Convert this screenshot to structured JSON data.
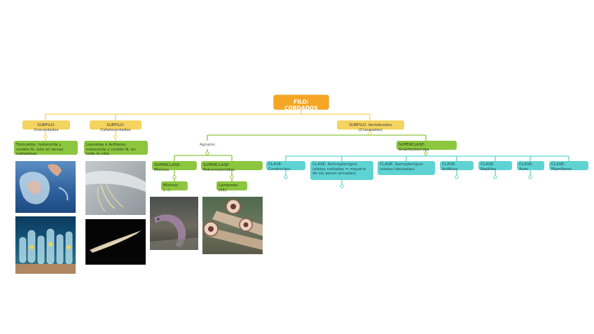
{
  "root": {
    "label": "FILO: CORDADOS"
  },
  "subphyla": [
    {
      "label": "SUBFILO: Urocordados"
    },
    {
      "label": "SUBFILO: Cefalocordados"
    },
    {
      "label": "SUBFILO: Vertebrados (Craneados)"
    }
  ],
  "descriptions": [
    {
      "text": "Tunicados: notocorda y cordón N. solo en larvas nadadoras"
    },
    {
      "text": "Lancetas o Anfioxos: notocorda y cordón N. en toda la vida"
    }
  ],
  "agnatos": {
    "label": "Agnatos"
  },
  "gnathostomata": {
    "label": "SUPERCLASE: Gnathostomata"
  },
  "agnatha_superclasses": [
    {
      "label": "SUPERCLASE: Mixinos"
    },
    {
      "label": "SUPERCLASE: Petromizontidos"
    }
  ],
  "agnatha_examples": [
    {
      "label": "Mixinos (...)"
    },
    {
      "label": "Lampreas (31)"
    }
  ],
  "classes": [
    {
      "label": "CLASE: Condrictios"
    },
    {
      "label": "CLASE: Actinopterigios (aletas radiadas = mayoría de los peces actuales)"
    },
    {
      "label": "CLASE: Sarcopterigios (aletas lobuladas)"
    },
    {
      "label": "CLASE: Anfibios"
    },
    {
      "label": "CLASE: Reptiles"
    },
    {
      "label": "CLASE: Aves"
    },
    {
      "label": "CLASE: Mamíferos"
    }
  ],
  "photos": [
    {
      "name": "sea-squirt-photo"
    },
    {
      "name": "tunicate-colony-photo"
    },
    {
      "name": "lancelet-closeup-photo"
    },
    {
      "name": "lancelet-dark-photo"
    },
    {
      "name": "hagfish-photo"
    },
    {
      "name": "lamprey-mouths-photo"
    }
  ],
  "colors": {
    "root": "#f5a623",
    "yellow": "#f4d35e",
    "green": "#8cc63f",
    "teal": "#5fd3d3"
  }
}
